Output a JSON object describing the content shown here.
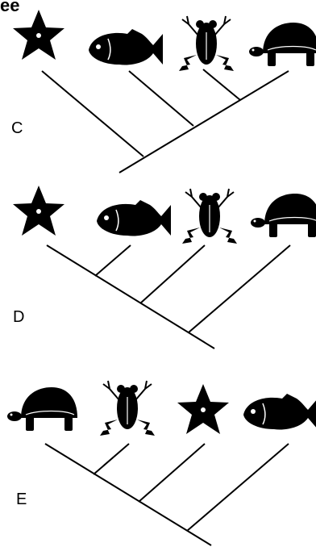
{
  "title_fragment": "ee",
  "trees": [
    {
      "label": "C",
      "taxa": [
        "starfish",
        "fish",
        "frog",
        "turtle"
      ]
    },
    {
      "label": "D",
      "taxa": [
        "starfish",
        "fish",
        "frog",
        "turtle"
      ]
    },
    {
      "label": "E",
      "taxa": [
        "turtle",
        "frog",
        "starfish",
        "fish"
      ]
    }
  ]
}
